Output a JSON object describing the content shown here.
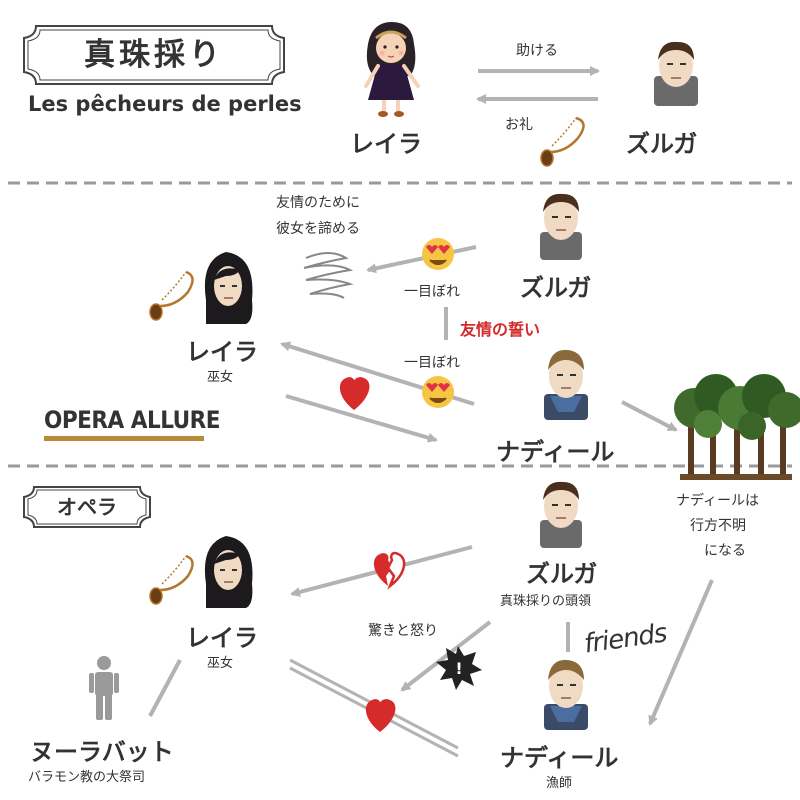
{
  "title": {
    "jp": "真珠採り",
    "fr": "Les pêcheurs de perles"
  },
  "top": {
    "leila": "レイラ",
    "zurga": "ズルガ",
    "arrow_help": "助ける",
    "arrow_thanks": "お礼"
  },
  "middle": {
    "friendship_note": [
      "友情のために",
      "彼女を諦める"
    ],
    "love_at_first_sight_1": "一目ぼれ",
    "love_at_first_sight_2": "一目ぼれ",
    "vow": "友情の誓い",
    "zurga": "ズルガ",
    "leila": "レイラ",
    "leila_role": "巫女",
    "nadir": "ナディール",
    "brand": "OPERA ALLURE"
  },
  "bottom": {
    "opera_label": "オペラ",
    "nadir_missing": [
      "ナディールは",
      "行方不明",
      "になる"
    ],
    "zurga": "ズルガ",
    "zurga_role": "真珠採りの頭領",
    "leila": "レイラ",
    "leila_role": "巫女",
    "surprise_anger": "驚きと怒り",
    "friends": "friends",
    "nourabad": "ヌーラバット",
    "nourabad_role": "バラモン教の大祭司",
    "nadir": "ナディール",
    "nadir_role": "漁師"
  },
  "colors": {
    "text": "#333333",
    "arrow": "#b3b3b3",
    "accent_red": "#d12a2a",
    "divider": "#9a9a9a",
    "heart": "#d62b2b",
    "emoji": "#f6c543"
  }
}
